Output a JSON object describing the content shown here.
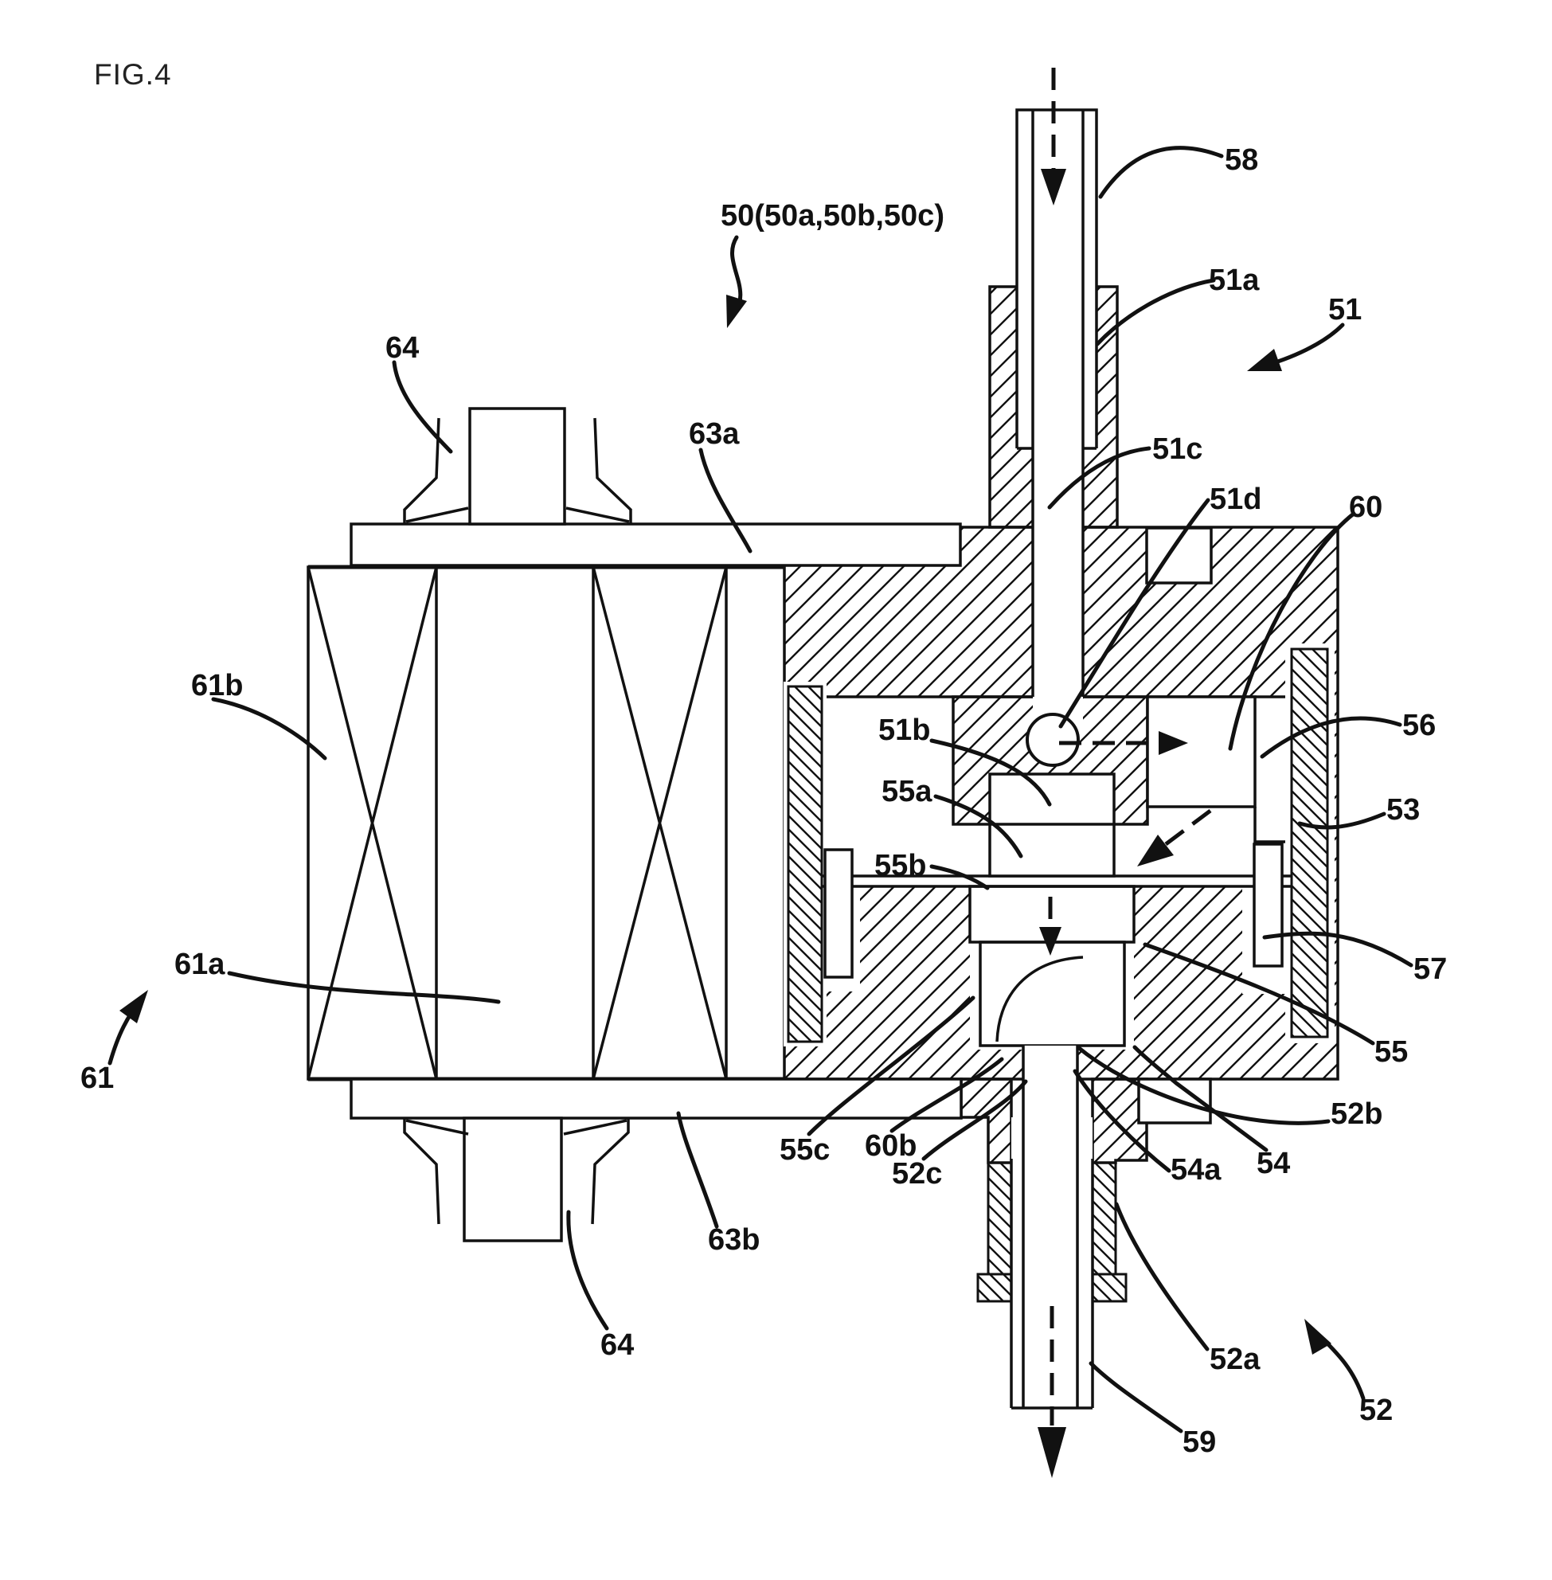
{
  "figure": {
    "caption": "FIG.4",
    "type": "patent-cross-section-diagram"
  },
  "colors": {
    "ink": "#111111",
    "background": "#ffffff"
  },
  "labels": [
    {
      "name": "assembly-50",
      "text": "50(50a,50b,50c)"
    },
    {
      "name": "ref-58",
      "text": "58"
    },
    {
      "name": "ref-51a",
      "text": "51a"
    },
    {
      "name": "ref-51",
      "text": "51"
    },
    {
      "name": "ref-64-top",
      "text": "64"
    },
    {
      "name": "ref-63a",
      "text": "63a"
    },
    {
      "name": "ref-51c",
      "text": "51c"
    },
    {
      "name": "ref-51d",
      "text": "51d"
    },
    {
      "name": "ref-60",
      "text": "60"
    },
    {
      "name": "ref-61b",
      "text": "61b"
    },
    {
      "name": "ref-51b",
      "text": "51b"
    },
    {
      "name": "ref-55a",
      "text": "55a"
    },
    {
      "name": "ref-55b",
      "text": "55b"
    },
    {
      "name": "ref-56",
      "text": "56"
    },
    {
      "name": "ref-53",
      "text": "53"
    },
    {
      "name": "ref-61a",
      "text": "61a"
    },
    {
      "name": "ref-57",
      "text": "57"
    },
    {
      "name": "ref-61",
      "text": "61"
    },
    {
      "name": "ref-55",
      "text": "55"
    },
    {
      "name": "ref-52b",
      "text": "52b"
    },
    {
      "name": "ref-55c",
      "text": "55c"
    },
    {
      "name": "ref-60b",
      "text": "60b"
    },
    {
      "name": "ref-52c",
      "text": "52c"
    },
    {
      "name": "ref-54a",
      "text": "54a"
    },
    {
      "name": "ref-54",
      "text": "54"
    },
    {
      "name": "ref-63b",
      "text": "63b"
    },
    {
      "name": "ref-64-bottom",
      "text": "64"
    },
    {
      "name": "ref-52a",
      "text": "52a"
    },
    {
      "name": "ref-59",
      "text": "59"
    },
    {
      "name": "ref-52",
      "text": "52"
    }
  ],
  "flow_arrows": [
    {
      "name": "inlet-flow-arrow",
      "direction": "down",
      "at": "top pipe 58"
    },
    {
      "name": "pilot-flow-arrow",
      "direction": "right",
      "at": "ball 51d"
    },
    {
      "name": "chamber-flow-arrow",
      "direction": "down-left",
      "at": "chamber 56"
    },
    {
      "name": "valve-flow-arrow",
      "direction": "down",
      "at": "valve 54"
    },
    {
      "name": "outlet-flow-arrow",
      "direction": "down",
      "at": "bottom pipe 59"
    }
  ]
}
